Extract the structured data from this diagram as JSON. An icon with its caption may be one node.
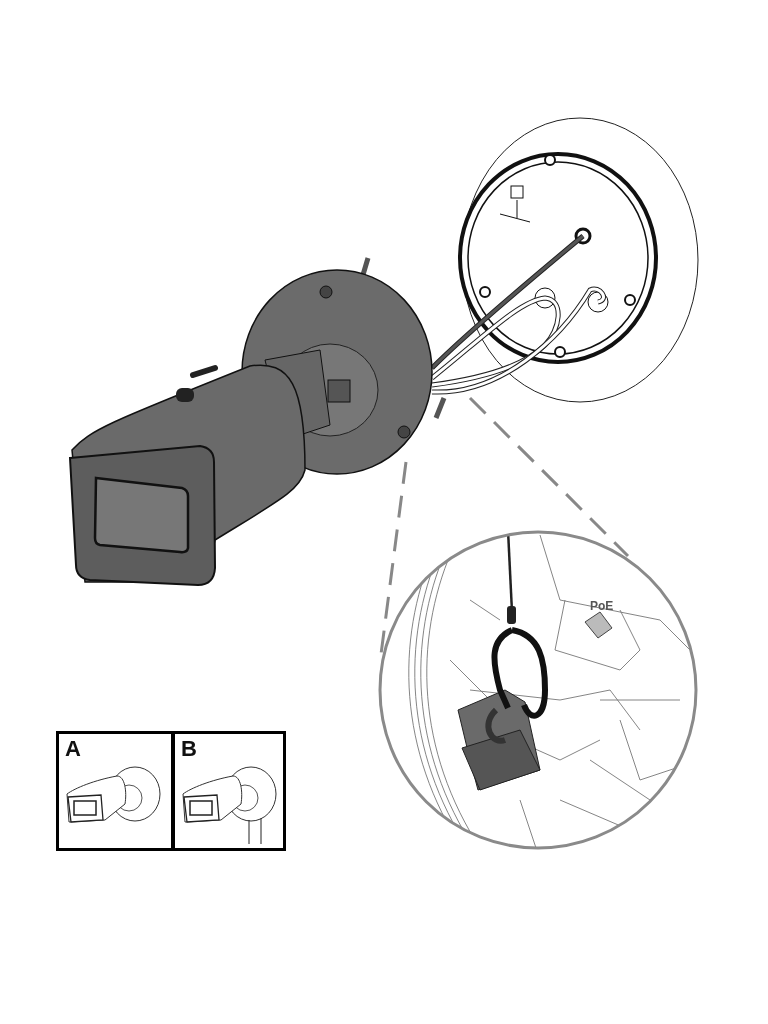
{
  "diagram": {
    "nodes": [
      {
        "text": [
          "A"
        ]
      },
      {
        "text": [
          "B"
        ]
      }
    ],
    "labels": [
      "PoE"
    ]
  }
}
